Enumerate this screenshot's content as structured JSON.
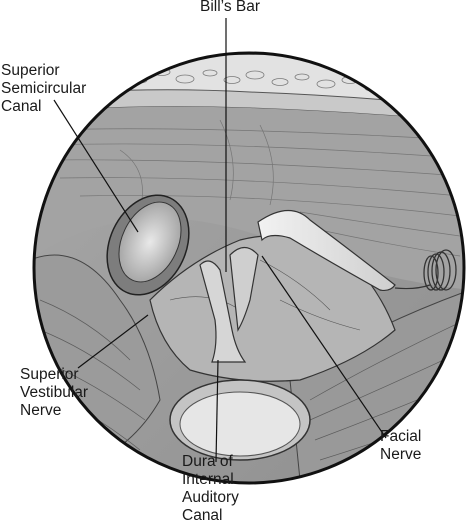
{
  "labels": {
    "bills_bar": "Bill’s Bar",
    "superior_semicircular_canal": "Superior\nSemicircular\nCanal",
    "superior_vestibular_nerve": "Superior\nVestibular\nNerve",
    "facial_nerve": "Facial\nNerve",
    "dura_internal_auditory_canal": "Dura of\nInternal\nAuditory\nCanal"
  }
}
